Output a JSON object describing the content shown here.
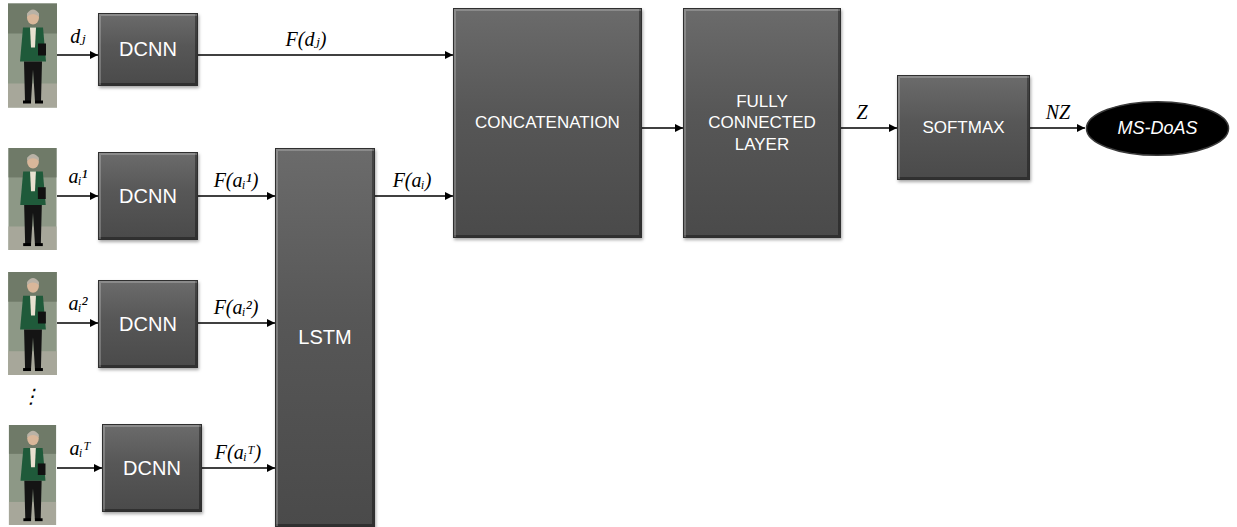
{
  "diagram": {
    "nodes": [
      {
        "text": [
          "DCNN"
        ]
      },
      {
        "text": [
          "CONCATENATION"
        ]
      },
      {
        "text": [
          "FULLY CONNECTED LAYER"
        ]
      },
      {
        "text": [
          "SOFTMAX"
        ]
      },
      {
        "text": [
          "MS-DoAS"
        ]
      },
      {
        "text": [
          "DCNN"
        ]
      },
      {
        "text": [
          "DCNN"
        ]
      },
      {
        "text": [
          "DCNN"
        ]
      },
      {
        "text": [
          "LSTM"
        ]
      }
    ],
    "edges": [
      {
        "from": 0,
        "to": 1,
        "label": "F(dⱼ)",
        "arrow": "to"
      },
      {
        "from": 1,
        "to": 2,
        "arrow": "to"
      },
      {
        "from": 2,
        "to": 3,
        "label": "Z",
        "arrow": "to"
      },
      {
        "from": 3,
        "to": 4,
        "label": "NZ",
        "arrow": "to"
      },
      {
        "from": 5,
        "to": 8,
        "label": "F(aᵢ¹)",
        "arrow": "to"
      },
      {
        "from": 6,
        "to": 8,
        "label": "F(aᵢ²)",
        "arrow": "to"
      },
      {
        "from": 7,
        "to": 8,
        "label": "F(aᵢᵀ)",
        "arrow": "to"
      },
      {
        "from": 8,
        "to": 1,
        "label": "F(aᵢ)",
        "arrow": "to"
      }
    ],
    "labels": [
      "dⱼ",
      "aᵢ¹",
      "aᵢ²",
      "⋮",
      "aᵢᵀ"
    ]
  }
}
